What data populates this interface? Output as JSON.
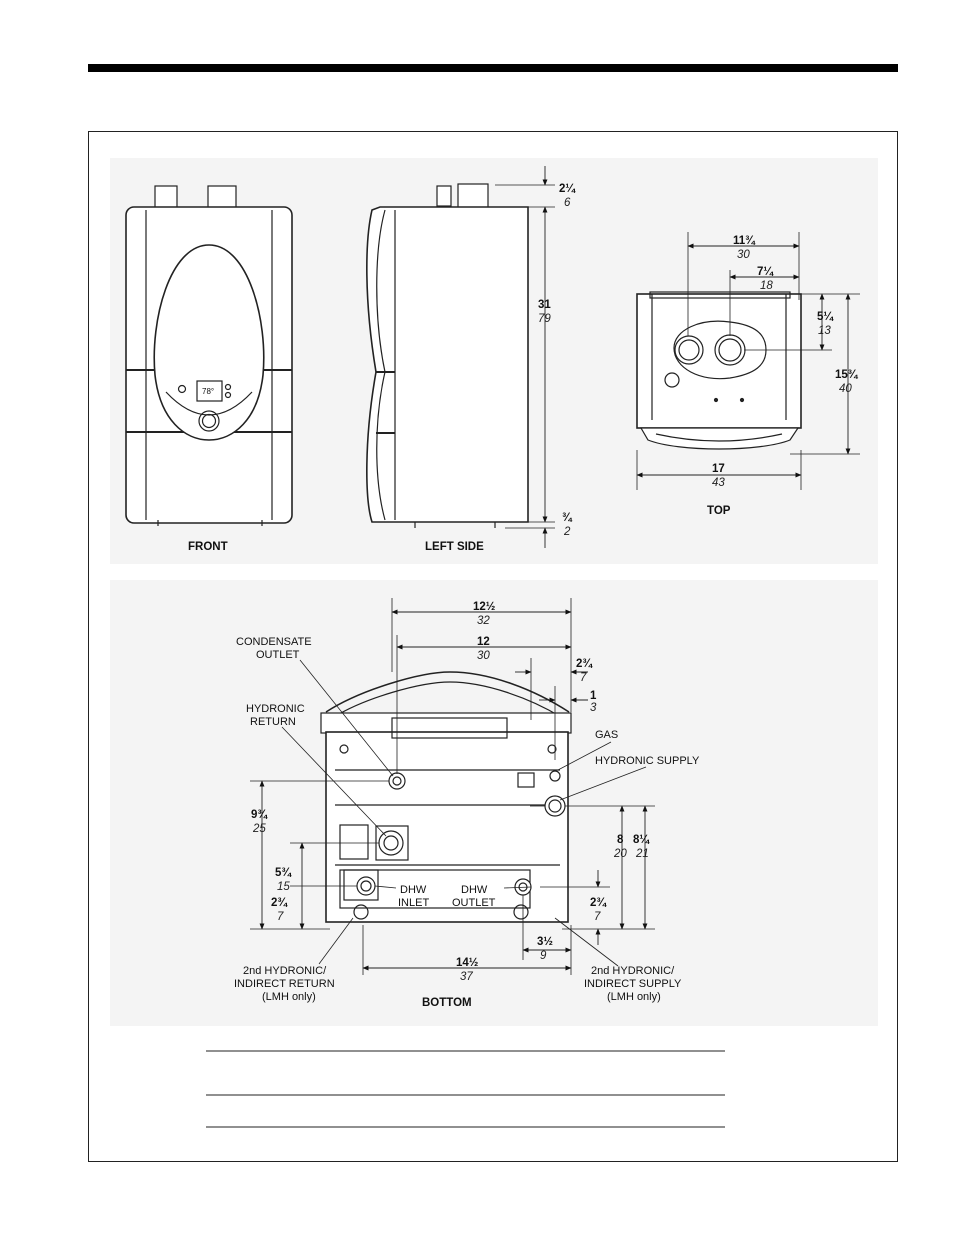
{
  "views": {
    "front": "FRONT",
    "left_side": "LEFT SIDE",
    "top": "TOP",
    "bottom": "BOTTOM"
  },
  "display_temp": "78°",
  "dimensions": {
    "flue_height": {
      "in": "2¼",
      "cm": "6"
    },
    "height": {
      "in": "31",
      "cm": "79"
    },
    "bottom_offset": {
      "in": "¾",
      "cm": "2"
    },
    "top_width_outer": {
      "in": "11¾",
      "cm": "30"
    },
    "top_width_inner": {
      "in": "7¼",
      "cm": "18"
    },
    "top_vent_depth": {
      "in": "5¼",
      "cm": "13"
    },
    "top_depth": {
      "in": "15¾",
      "cm": "40"
    },
    "top_width": {
      "in": "17",
      "cm": "43"
    },
    "b_12_half": {
      "in": "12½",
      "cm": "32"
    },
    "b_12": {
      "in": "12",
      "cm": "30"
    },
    "b_2_3q_top": {
      "in": "2¾",
      "cm": "7"
    },
    "b_1": {
      "in": "1",
      "cm": "3"
    },
    "b_9_3q": {
      "in": "9¾",
      "cm": "25"
    },
    "b_5_3q": {
      "in": "5¾",
      "cm": "15"
    },
    "b_2_3q_left": {
      "in": "2¾",
      "cm": "7"
    },
    "b_8": {
      "in": "8",
      "cm": "20"
    },
    "b_8_1q": {
      "in": "8¼",
      "cm": "21"
    },
    "b_2_3q_right": {
      "in": "2¾",
      "cm": "7"
    },
    "b_3_half": {
      "in": "3½",
      "cm": "9"
    },
    "b_14_half": {
      "in": "14½",
      "cm": "37"
    }
  },
  "callouts": {
    "condensate_1": "CONDENSATE",
    "condensate_2": "OUTLET",
    "hydronic_return_1": "HYDRONIC",
    "hydronic_return_2": "RETURN",
    "gas": "GAS",
    "hydronic_supply": "HYDRONIC SUPPLY",
    "dhw_inlet_1": "DHW",
    "dhw_inlet_2": "INLET",
    "dhw_outlet_1": "DHW",
    "dhw_outlet_2": "OUTLET",
    "second_return_1": "2nd HYDRONIC/",
    "second_return_2": "INDIRECT RETURN",
    "second_return_3": "(LMH only)",
    "second_supply_1": "2nd HYDRONIC/",
    "second_supply_2": "INDIRECT SUPPLY",
    "second_supply_3": "(LMH only)"
  }
}
